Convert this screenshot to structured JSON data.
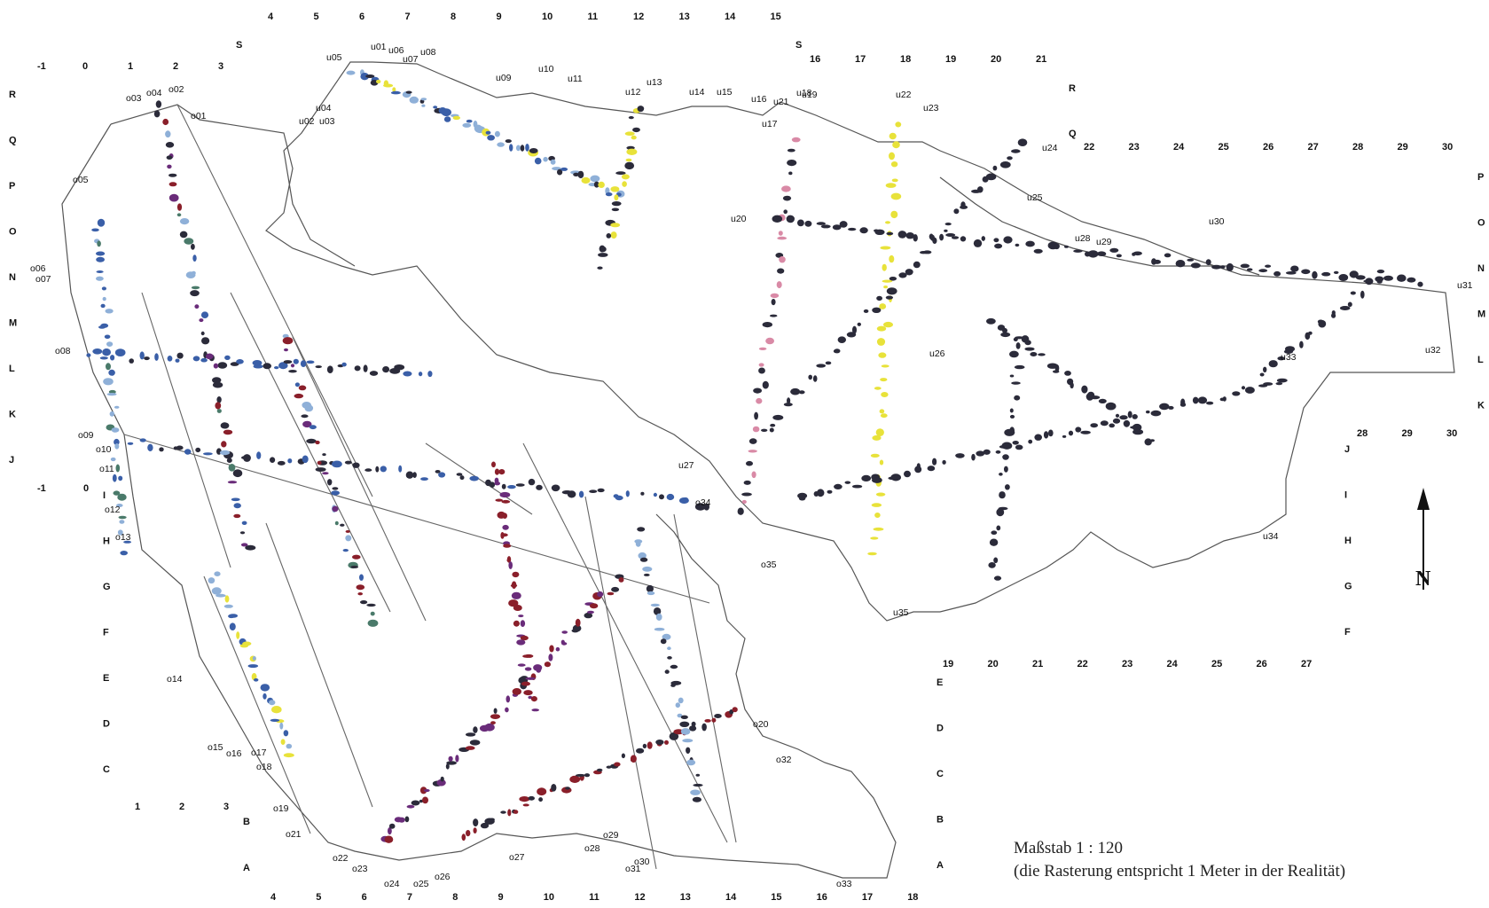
{
  "scale": {
    "line1": "Maßstab 1 : 120",
    "line2": "(die Rasterung entspricht 1 Meter in der Realität)"
  },
  "north": "N",
  "colors": {
    "outline": "#555555",
    "dark": "#2b2b3a",
    "blue": "#3a5fa8",
    "purple": "#6a2c7a",
    "red": "#8a1f2a",
    "yellow": "#e8e23a",
    "pink": "#d98aa6",
    "teal": "#4a7a6a",
    "lightblue": "#8fb0d8"
  },
  "grid": {
    "top_upper": [
      "4",
      "5",
      "6",
      "7",
      "8",
      "9",
      "10",
      "11",
      "12",
      "13",
      "14",
      "15"
    ],
    "top_left": [
      "-1",
      "0",
      "1",
      "2",
      "3"
    ],
    "top_mid": [
      "16",
      "17",
      "18",
      "19",
      "20",
      "21"
    ],
    "right_top": [
      "22",
      "23",
      "24",
      "25",
      "26",
      "27",
      "28",
      "29",
      "30"
    ],
    "bottom_right": [
      "19",
      "20",
      "21",
      "22",
      "23",
      "24",
      "25",
      "26",
      "27"
    ],
    "right_small": [
      "28",
      "29",
      "30"
    ],
    "bottom": [
      "4",
      "5",
      "6",
      "7",
      "8",
      "9",
      "10",
      "11",
      "12",
      "13",
      "14",
      "15",
      "16",
      "17",
      "18"
    ],
    "left_bottom": [
      "1",
      "2",
      "3"
    ],
    "left_mid": [
      "-1",
      "0"
    ],
    "left_rows": [
      "R",
      "Q",
      "P",
      "O",
      "N",
      "M",
      "L",
      "K",
      "J"
    ],
    "left_rows2": [
      "I",
      "H",
      "G",
      "F",
      "E",
      "D",
      "C"
    ],
    "mid_rows": [
      "E",
      "D",
      "C",
      "B",
      "A"
    ],
    "right_rows": [
      "P",
      "O",
      "N",
      "M",
      "L",
      "K"
    ],
    "right_rows2": [
      "J",
      "I",
      "H",
      "G",
      "F"
    ],
    "s_label": "S",
    "b_label": "B",
    "a_label": "A",
    "r_label": "R",
    "q_label": "Q"
  },
  "sites": {
    "o": [
      "o01",
      "o02",
      "o03",
      "o04",
      "o05",
      "o06",
      "o07",
      "o08",
      "o09",
      "o10",
      "o11",
      "o12",
      "o13",
      "o14",
      "o15",
      "o16",
      "o17",
      "o18",
      "o19",
      "o20",
      "o21",
      "o22",
      "o23",
      "o24",
      "o25",
      "o26",
      "o27",
      "o28",
      "o29",
      "o30",
      "o31",
      "o32",
      "o33",
      "o34",
      "o35"
    ],
    "u": [
      "u01",
      "u02",
      "u03",
      "u04",
      "u05",
      "u06",
      "u07",
      "u08",
      "u09",
      "u10",
      "u11",
      "u12",
      "u13",
      "u14",
      "u15",
      "u16",
      "u17",
      "u18",
      "u19",
      "u20",
      "u21",
      "u22",
      "u23",
      "u24",
      "u25",
      "u26",
      "u27",
      "u28",
      "u29",
      "u30",
      "u31",
      "u32",
      "u33",
      "u34",
      "u35"
    ]
  }
}
